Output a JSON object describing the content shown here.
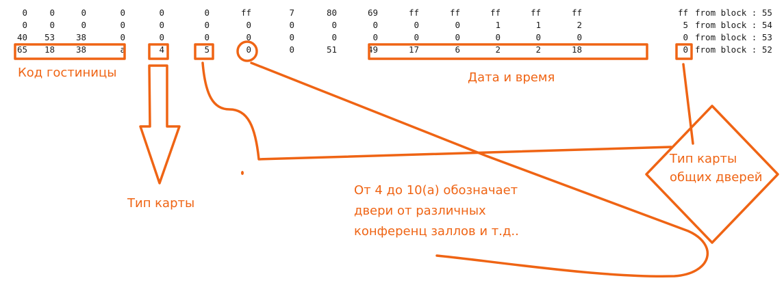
{
  "dump": {
    "suffix": "from block :",
    "rows": [
      {
        "cells": [
          "0",
          "0",
          "0",
          "0",
          "0",
          "0",
          "ff",
          "7",
          "80",
          "69",
          "ff",
          "ff",
          "ff",
          "ff",
          "ff"
        ],
        "last": "ff",
        "block": "55"
      },
      {
        "cells": [
          "0",
          "0",
          "0",
          "0",
          "0",
          "0",
          "0",
          "0",
          "0",
          "0",
          "0",
          "0",
          "1",
          "1",
          "2"
        ],
        "last": "5",
        "block": "54"
      },
      {
        "cells": [
          "40",
          "53",
          "38",
          "0",
          "0",
          "0",
          "0",
          "0",
          "0",
          "0",
          "0",
          "0",
          "0",
          "0",
          "0"
        ],
        "last": "0",
        "block": "53"
      },
      {
        "cells": [
          "65",
          "18",
          "38",
          "a",
          "4",
          "5",
          "0",
          "0",
          "51",
          "49",
          "17",
          "6",
          "2",
          "2",
          "18"
        ],
        "last": "0",
        "block": "52"
      }
    ]
  },
  "annotations": {
    "hotel_code": "Код гостиницы",
    "card_type": "Тип карты",
    "date_time": "Дата и время",
    "doors_line1": "От 4 до 10(а) обозначает",
    "doors_line2": "двери от различных",
    "doors_line3": "конференц заллов и т.д..",
    "common_line1": "Тип карты",
    "common_line2": "общих дверей"
  },
  "colors": {
    "accent": "#ef6414",
    "text": "#1a1a1a",
    "background": "#ffffff"
  }
}
